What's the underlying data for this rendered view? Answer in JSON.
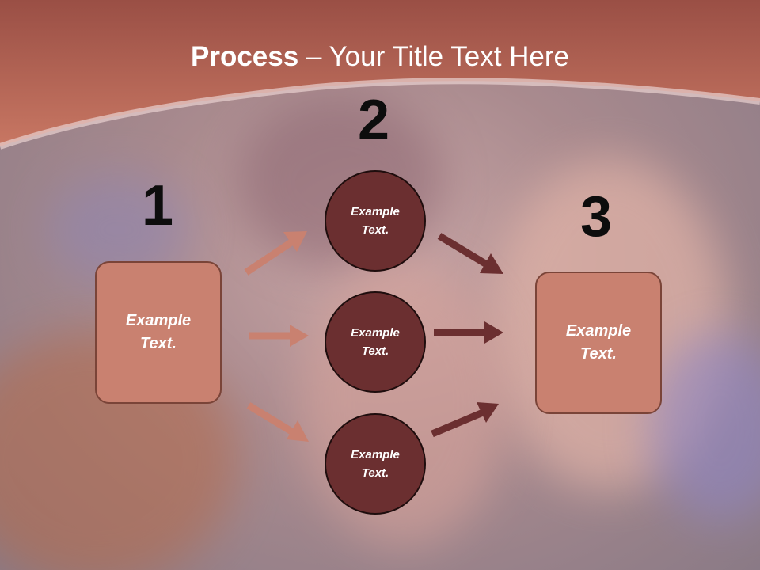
{
  "title": {
    "bold": "Process",
    "rest": " – Your Title Text Here"
  },
  "steps": [
    {
      "number": "1",
      "text": "Example Text."
    },
    {
      "number": "2",
      "items": [
        "Example Text.",
        "Example Text.",
        "Example Text."
      ]
    },
    {
      "number": "3",
      "text": "Example Text."
    }
  ],
  "colors": {
    "header": "#b96a58",
    "box_fill": "#c98170",
    "circle_fill": "#6b2f30",
    "light_arrow": "#c98170",
    "dark_arrow": "#6b2f30"
  }
}
